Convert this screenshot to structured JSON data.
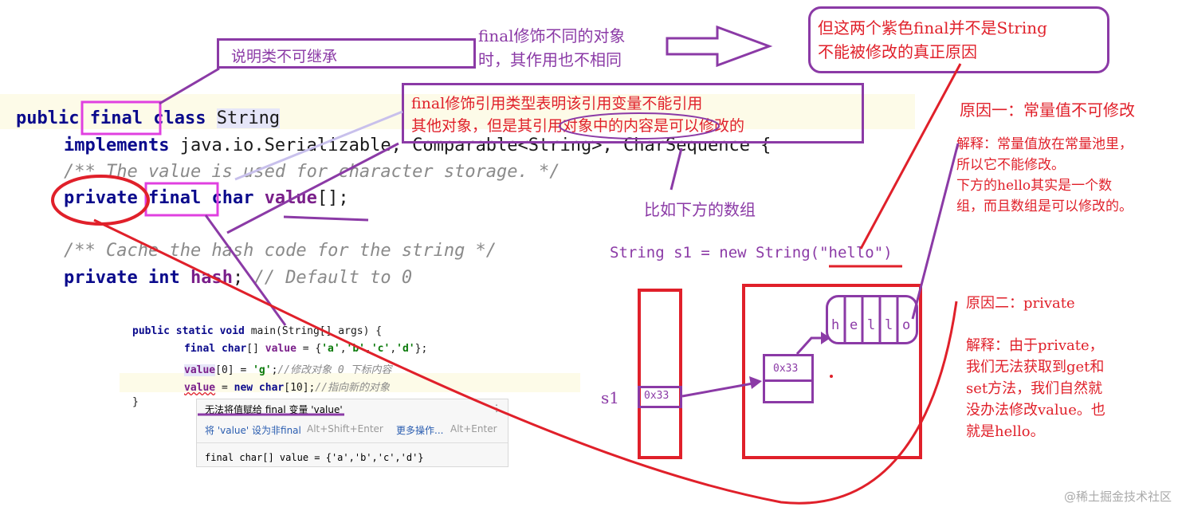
{
  "code": {
    "line1": {
      "kw1": "public",
      "kw2": "final",
      "kw3": "class",
      "name": "String"
    },
    "line2": {
      "kw": "implements",
      "rest": "java.io.Serializable, Comparable<String>, CharSequence {"
    },
    "line3": {
      "comment": "/** The value is used for character storage. */"
    },
    "line4": {
      "kw1": "private",
      "kw2": "final",
      "kw3": "char",
      "field": "value",
      "rest": "[];"
    },
    "line5": {
      "comment": "/** Cache the hash code for the string */"
    },
    "line6": {
      "kw1": "private",
      "kw2": "int",
      "field": "hash",
      "comment": "// Default to 0"
    }
  },
  "snippet": {
    "l1": {
      "a": "public static void",
      "b": " main(String[] args) {"
    },
    "l2": {
      "a": "final char",
      "b": "[] ",
      "c": "value",
      "d": " = {",
      "e": "'a'",
      "f": ",",
      "g": "'b'",
      "h": ",",
      "i": "'c'",
      "j": ",",
      "k": "'d'",
      "l": "};"
    },
    "l3": {
      "a": "value",
      "b": "[0] = ",
      "c": "'g'",
      "d": ";",
      "e": "//修改对象 0 下标内容"
    },
    "l4": {
      "a": "value",
      "b": " = ",
      "c": "new char",
      "d": "[10];",
      "e": "//指向新的对象"
    },
    "l5": "}"
  },
  "popup": {
    "title": "无法将值赋给 final 变量 'value'",
    "action1": "将 'value' 设为非final",
    "shortcut1": "Alt+Shift+Enter",
    "action2": "更多操作...",
    "shortcut2": "Alt+Enter",
    "preview": "final char[] value = {'a','b','c','d'}"
  },
  "notes": {
    "inherit": "说明类不可继承",
    "final_diff_1": "final修饰不同的对象",
    "final_diff_2": "时，其作用也不相同",
    "not_reason_1": "但这两个紫色final并不是String",
    "not_reason_2": "不能被修改的真正原因",
    "ref_1": "final修饰引用类型表明该引用变量不能引用",
    "ref_2": "其他对象，但是其引用对象中的内容是可以修改的",
    "example": "比如下方的数组",
    "string_decl_a": "String s1 = new String(",
    "string_decl_b": "\"hello\"",
    "string_decl_c": ")",
    "reason1_title": "原因一：常量值不可修改",
    "reason1_1": "解释：常量值放在常量池里，",
    "reason1_2": "所以它不能修改。",
    "reason1_3": "下方的hello其实是一个数",
    "reason1_4": "组，而且数组是可以修改的。",
    "reason2_title": "原因二：private",
    "reason2_1": "解释：由于private，",
    "reason2_2": "我们无法获取到get和",
    "reason2_3": "set方法，我们自然就",
    "reason2_4": "没办法修改value。也",
    "reason2_5": "就是hello。"
  },
  "memory": {
    "s1_label": "s1",
    "s1_addr": "0x33",
    "obj_addr": "0x33",
    "letters": [
      "h",
      "e",
      "l",
      "l",
      "o"
    ]
  },
  "watermark": "@稀土掘金技术社区",
  "colors": {
    "purple": "#8b3aa6",
    "red": "#e0202a",
    "magenta": "#e040e0"
  }
}
